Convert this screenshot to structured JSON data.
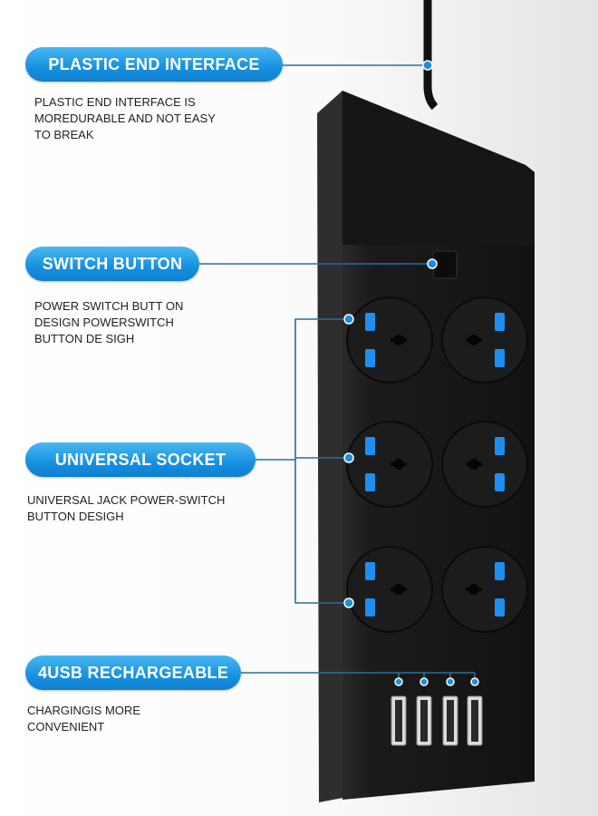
{
  "callouts": [
    {
      "title": "PLASTIC END INTERFACE",
      "lines": [
        "PLASTIC END INTERFACE IS",
        "MOREDURABLE AND NOT EASY",
        "TO BREAK"
      ]
    },
    {
      "title": "SWITCH BUTTON",
      "lines": [
        "POWER SWITCH BUTT ON",
        "DESIGN POWERSWITCH",
        "BUTTON DE SIGH"
      ]
    },
    {
      "title": "UNIVERSAL SOCKET",
      "lines": [
        "UNIVERSAL JACK POWER-SWITCH",
        "BUTTON DESIGH"
      ]
    },
    {
      "title": "4USB RECHARGEABLE",
      "lines": [
        "CHARGINGIS MORE",
        "CONVENIENT"
      ]
    }
  ],
  "product": {
    "socket_count": 6,
    "usb_count": 4
  },
  "colors": {
    "accent": "#1a8fe0",
    "line": "#2a6f9a",
    "body": "#1a1a1a",
    "socket_blue": "#1e8ff0"
  }
}
